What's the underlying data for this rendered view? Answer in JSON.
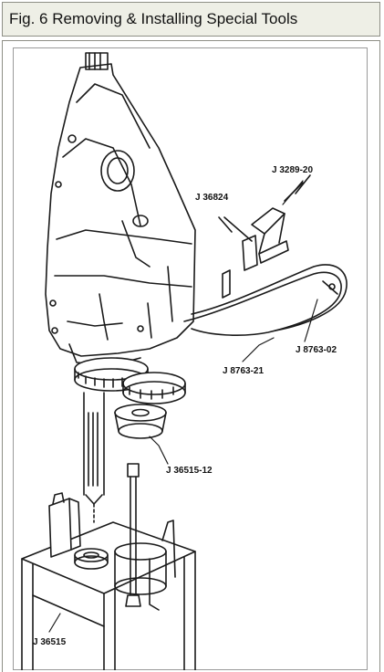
{
  "header": {
    "title": "Fig. 6 Removing & Installing Special Tools"
  },
  "callouts": {
    "j3289_20": "J 3289-20",
    "j36824": "J 36824",
    "j8763_02": "J 8763-02",
    "j8763_21": "J 8763-21",
    "j36515_12": "J 36515-12",
    "j36515": "J 36515"
  }
}
